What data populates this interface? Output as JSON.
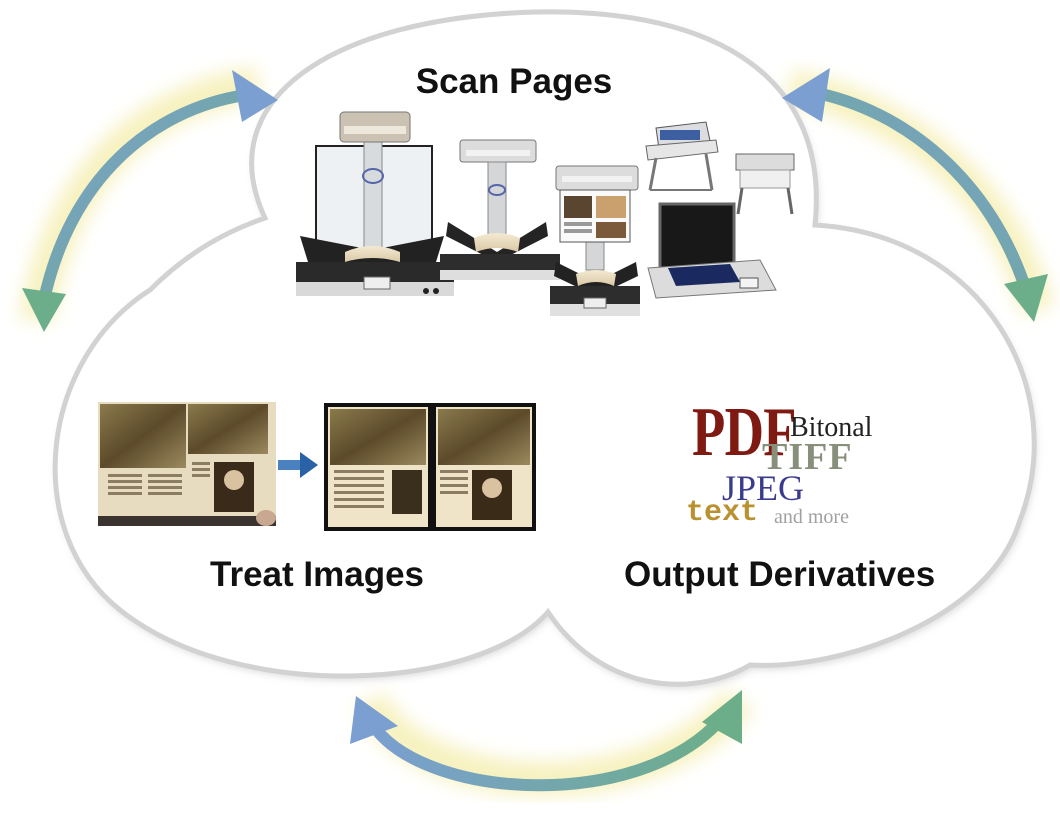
{
  "diagram": {
    "titles": {
      "scan": "Scan Pages",
      "treat": "Treat Images",
      "output": "Output Derivatives"
    },
    "formats": {
      "pdf": "PDF",
      "bitonal": "Bitonal",
      "tiff": "TIFF",
      "jpeg": "JPEG",
      "text": "text",
      "more": "and more"
    },
    "colors": {
      "arrow_start": "#7a9fd0",
      "arrow_end": "#6dae8a",
      "glow": "#f6f0b8",
      "cloud_stroke": "#d2d2d2",
      "pdf": "#7e1a12",
      "tiff": "#888f7a",
      "jpeg": "#3b3b8e",
      "text": "#b9912e"
    },
    "icons": [
      "overhead-book-scanner-icon",
      "v-cradle-book-scanner-icon",
      "flatbed-scanner-icon",
      "large-format-scanner-icon",
      "process-arrow-icon"
    ]
  }
}
